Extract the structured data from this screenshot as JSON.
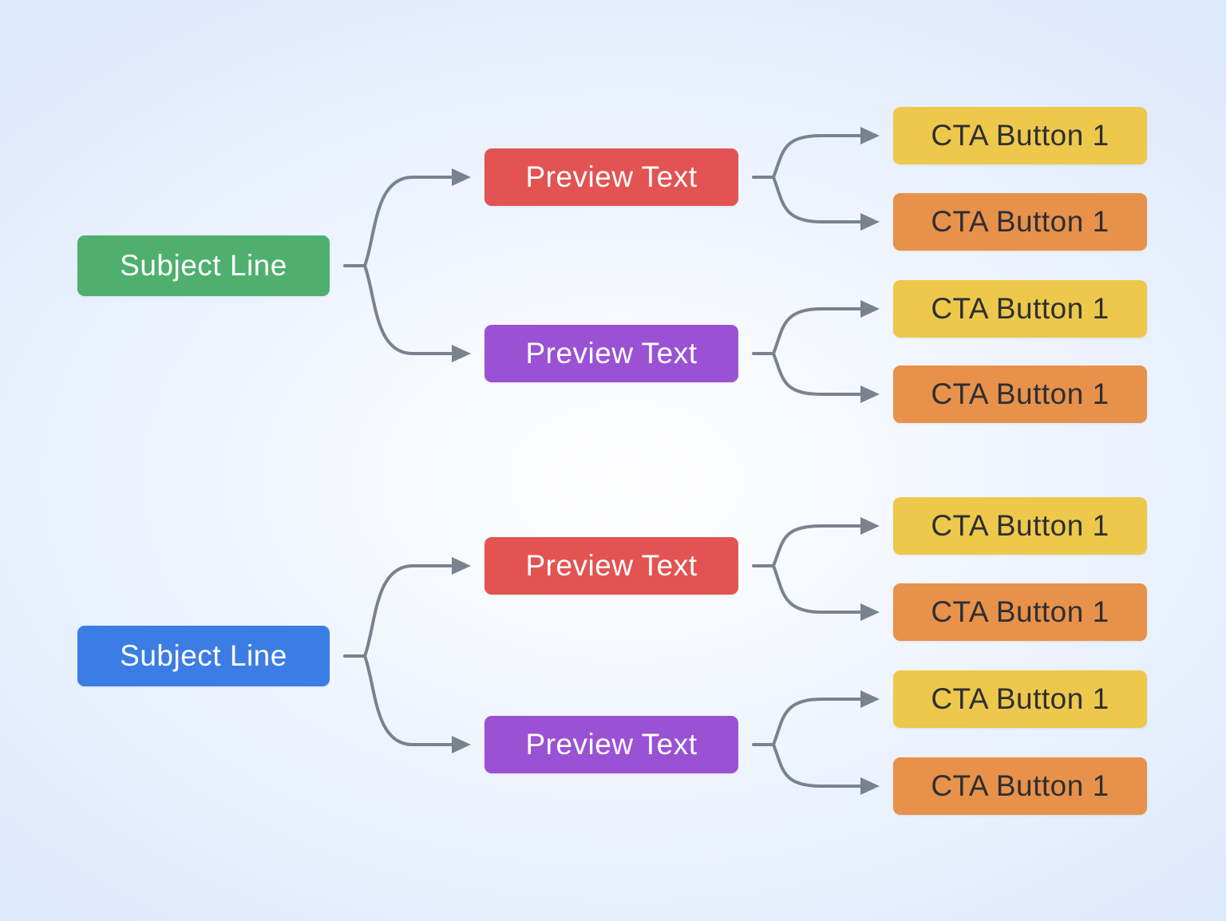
{
  "diagram": {
    "type": "email-ab-test-flowchart",
    "trees": [
      {
        "subject": {
          "label": "Subject Line",
          "color": "green"
        },
        "branches": [
          {
            "preview": {
              "label": "Preview Text",
              "color": "red"
            },
            "ctas": [
              {
                "label": "CTA Button 1",
                "color": "yellow"
              },
              {
                "label": "CTA Button 1",
                "color": "orange"
              }
            ]
          },
          {
            "preview": {
              "label": "Preview Text",
              "color": "purple"
            },
            "ctas": [
              {
                "label": "CTA Button 1",
                "color": "yellow"
              },
              {
                "label": "CTA Button 1",
                "color": "orange"
              }
            ]
          }
        ]
      },
      {
        "subject": {
          "label": "Subject Line",
          "color": "blue"
        },
        "branches": [
          {
            "preview": {
              "label": "Preview Text",
              "color": "red"
            },
            "ctas": [
              {
                "label": "CTA Button 1",
                "color": "yellow"
              },
              {
                "label": "CTA Button 1",
                "color": "orange"
              }
            ]
          },
          {
            "preview": {
              "label": "Preview Text",
              "color": "purple"
            },
            "ctas": [
              {
                "label": "CTA Button 1",
                "color": "yellow"
              },
              {
                "label": "CTA Button 1",
                "color": "orange"
              }
            ]
          }
        ]
      }
    ]
  },
  "colors": {
    "green": "#4faf6e",
    "blue": "#3b7de4",
    "red": "#e25352",
    "purple": "#9b51d3",
    "yellow": "#edc84b",
    "orange": "#e8914a",
    "connector": "#7a8290",
    "node_text_light": "#ffffff",
    "node_text_dark": "#2e2f33",
    "canvas_center": "#fefeff",
    "canvas_edge": "#d9e7fc"
  }
}
